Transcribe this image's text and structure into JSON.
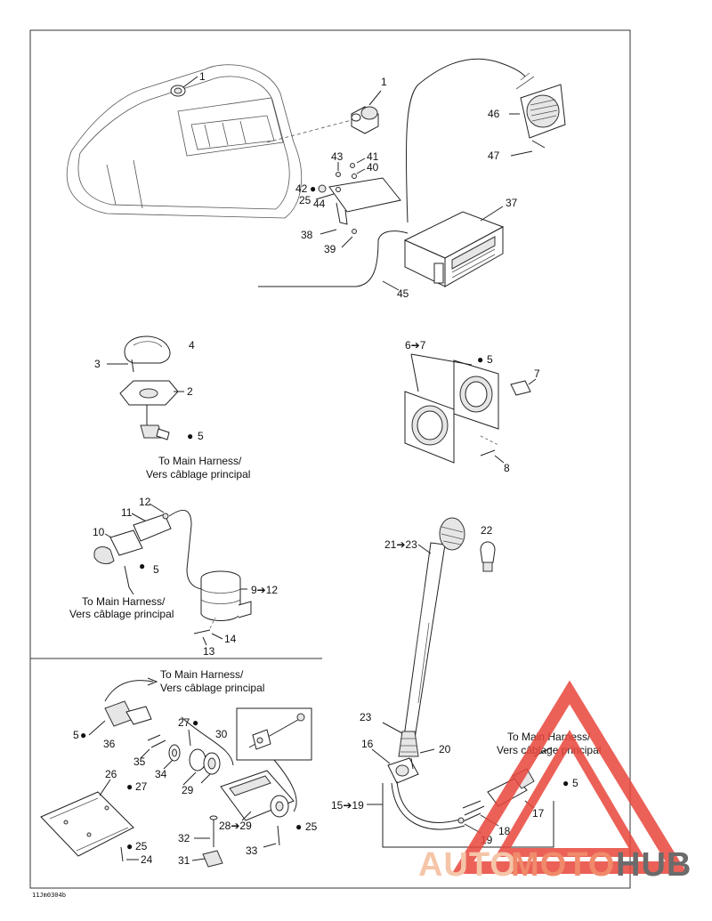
{
  "drawing_code": "11Jm0304b",
  "callouts": {
    "c1a": "1",
    "c1b": "1",
    "c46": "46",
    "c47": "47",
    "c43": "43",
    "c41": "41",
    "c40": "40",
    "c42": "42",
    "c25a": "25",
    "c44": "44",
    "c37": "37",
    "c38": "38",
    "c39": "39",
    "c45": "45",
    "c4": "4",
    "c3": "3",
    "c2": "2",
    "c5a": "5",
    "c6to7": "6➔7",
    "c5b": "5",
    "c7": "7",
    "c8": "8",
    "c12": "12",
    "c11": "11",
    "c10": "10",
    "c5c": "5",
    "c9to12": "9➔12",
    "c14": "14",
    "c13": "13",
    "c21to23": "21➔23",
    "c22": "22",
    "c5d": "5",
    "c36": "36",
    "c27a": "27",
    "c30": "30",
    "c35": "35",
    "c34": "34",
    "c29": "29",
    "c26": "26",
    "c27b": "27",
    "c28to29": "28➔29",
    "c25b": "25",
    "c32": "32",
    "c25c": "25",
    "c33": "33",
    "c24": "24",
    "c31": "31",
    "c23": "23",
    "c16": "16",
    "c20": "20",
    "c15to19": "15➔19",
    "c5e": "5",
    "c17": "17",
    "c18": "18",
    "c19": "19"
  },
  "harness_notes": {
    "n1_line1": "To Main Harness/",
    "n1_line2": "Vers câblage principal",
    "n2_line1": "To Main Harness/",
    "n2_line2": "Vers câblage principal",
    "n3_line1": "To Main Harness/",
    "n3_line2": "Vers câblage principal",
    "n4_line1": "To Main Harness/",
    "n4_line2": "Vers câblage principal"
  },
  "watermark": {
    "part1": "AUTO",
    "part2": "MOTO",
    "part3": "HUB",
    "color_auto": "#f5c5a8",
    "color_moto": "#f08a6a",
    "color_hub": "#6b6b6b",
    "triangle_color": "#e8463c"
  }
}
